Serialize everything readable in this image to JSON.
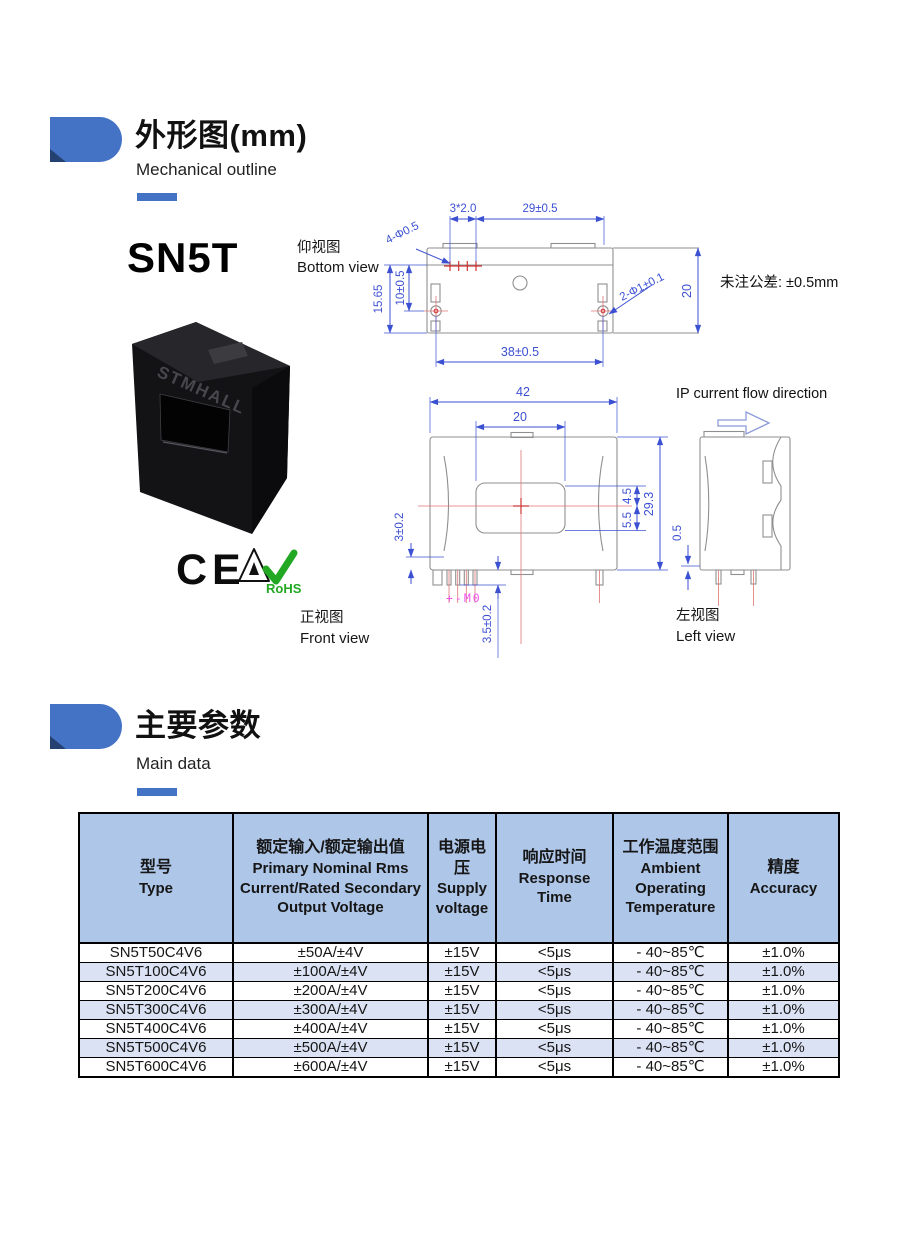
{
  "sections": {
    "outline": {
      "title": "外形图(mm)",
      "subtitle": "Mechanical outline"
    },
    "main_data": {
      "title": "主要参数",
      "subtitle": "Main data"
    }
  },
  "model": "SN5T",
  "photo_brand": "STMHALL",
  "marks": {
    "ce": "CE",
    "rohs": "RoHS"
  },
  "drawing": {
    "tolerance_note": "未注公差: ±0.5mm",
    "flow_label": "IP current flow direction",
    "views": {
      "bottom": {
        "cn": "仰视图",
        "en": "Bottom view"
      },
      "front": {
        "cn": "正视图",
        "en": "Front view"
      },
      "left": {
        "cn": "左视图",
        "en": "Left view"
      }
    },
    "dims": {
      "bv_pitch": "3*2.0",
      "bv_width_top": "29±0.5",
      "bv_pin_dia": "4-Φ0.5",
      "bv_height": "15.65",
      "bv_hole_offset": "10±0.5",
      "bv_hole_dia": "2-Φ1±0.1",
      "bv_depth": "20",
      "bv_hole_span": "38±0.5",
      "fv_width": "42",
      "fv_window_width": "20",
      "fv_standoff": "3±0.2",
      "fv_win_upper": "4.5",
      "fv_win_lower": "5.5",
      "fv_height": "29.3",
      "fv_pin_len": "3.5±0.2",
      "fv_pin_labels": "+-M0",
      "lv_step": "0.5"
    }
  },
  "table": {
    "headers": [
      {
        "cn": "型号",
        "en": "Type"
      },
      {
        "cn": "额定输入/额定输出值",
        "en": "Primary Nominal Rms Current/Rated Secondary Output Voltage"
      },
      {
        "cn": "电源电压",
        "en": "Supply voltage"
      },
      {
        "cn": "响应时间",
        "en": "Response Time"
      },
      {
        "cn": "工作温度范围",
        "en": "Ambient Operating Temperature"
      },
      {
        "cn": "精度",
        "en": "Accuracy"
      }
    ],
    "rows": [
      [
        "SN5T50C4V6",
        "±50A/±4V",
        "±15V",
        "<5μs",
        "- 40~85℃",
        "±1.0%"
      ],
      [
        "SN5T100C4V6",
        "±100A/±4V",
        "±15V",
        "<5μs",
        "- 40~85℃",
        "±1.0%"
      ],
      [
        "SN5T200C4V6",
        "±200A/±4V",
        "±15V",
        "<5μs",
        "- 40~85℃",
        "±1.0%"
      ],
      [
        "SN5T300C4V6",
        "±300A/±4V",
        "±15V",
        "<5μs",
        "- 40~85℃",
        "±1.0%"
      ],
      [
        "SN5T400C4V6",
        "±400A/±4V",
        "±15V",
        "<5μs",
        "- 40~85℃",
        "±1.0%"
      ],
      [
        "SN5T500C4V6",
        "±500A/±4V",
        "±15V",
        "<5μs",
        "- 40~85℃",
        "±1.0%"
      ],
      [
        "SN5T600C4V6",
        "±600A/±4V",
        "±15V",
        "<5μs",
        "- 40~85℃",
        "±1.0%"
      ]
    ]
  },
  "colors": {
    "accent": "#4472c4",
    "header_bg": "#aec6e8",
    "row_alt_bg": "#dbe2f4",
    "dim_blue": "#3c50d2"
  }
}
